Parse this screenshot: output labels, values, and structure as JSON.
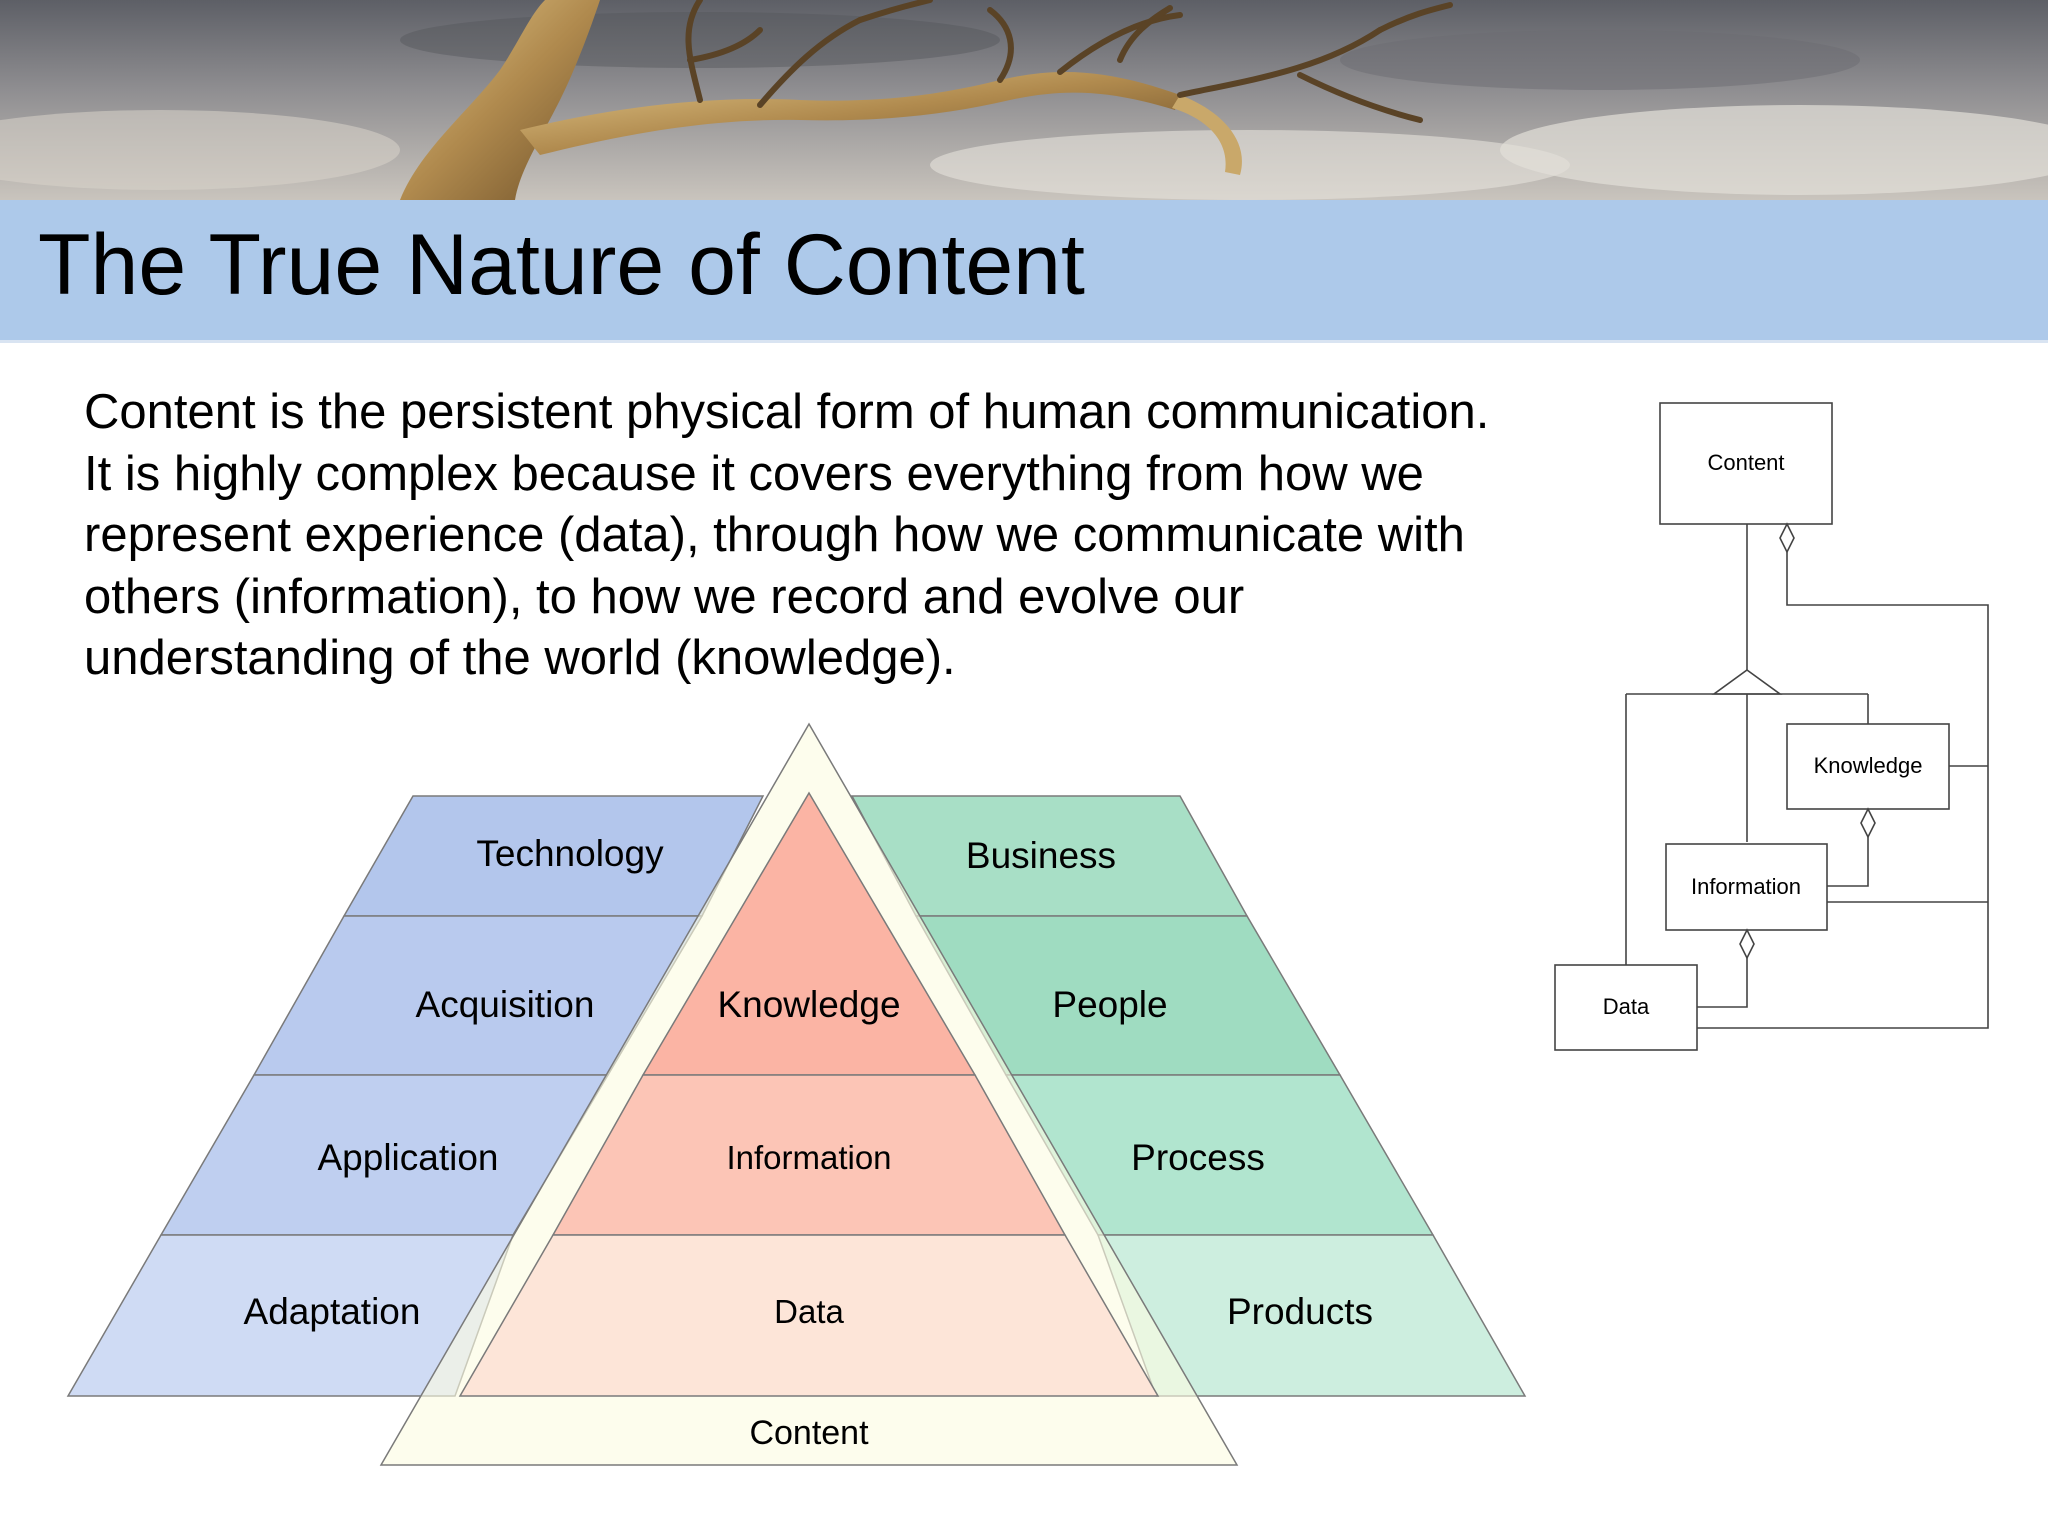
{
  "slide": {
    "title": "The True Nature of Content",
    "body_lines": [
      "Content is the persistent physical form of human communication.",
      "It is highly complex because it covers everything from how we",
      "represent experience (data), through how we communicate with",
      "others (information), to how we record and evolve our",
      "understanding of the world (knowledge)."
    ]
  },
  "pyramid": {
    "left_column": [
      "Technology",
      "Acquisition",
      "Application",
      "Adaptation"
    ],
    "center_column": [
      "Knowledge",
      "Information",
      "Data"
    ],
    "right_column": [
      "Business",
      "People",
      "Process",
      "Products"
    ],
    "base_label": "Content"
  },
  "uml_diagram": {
    "boxes": [
      "Content",
      "Knowledge",
      "Information",
      "Data"
    ]
  },
  "colors": {
    "title_bar": "#adc9ea",
    "left_blue": "#b3c6ec",
    "right_green": "#a8dfc6",
    "center_red": "#fbb4a4",
    "base_cream": "#fbfbe2",
    "outline": "#7a7a7a"
  }
}
